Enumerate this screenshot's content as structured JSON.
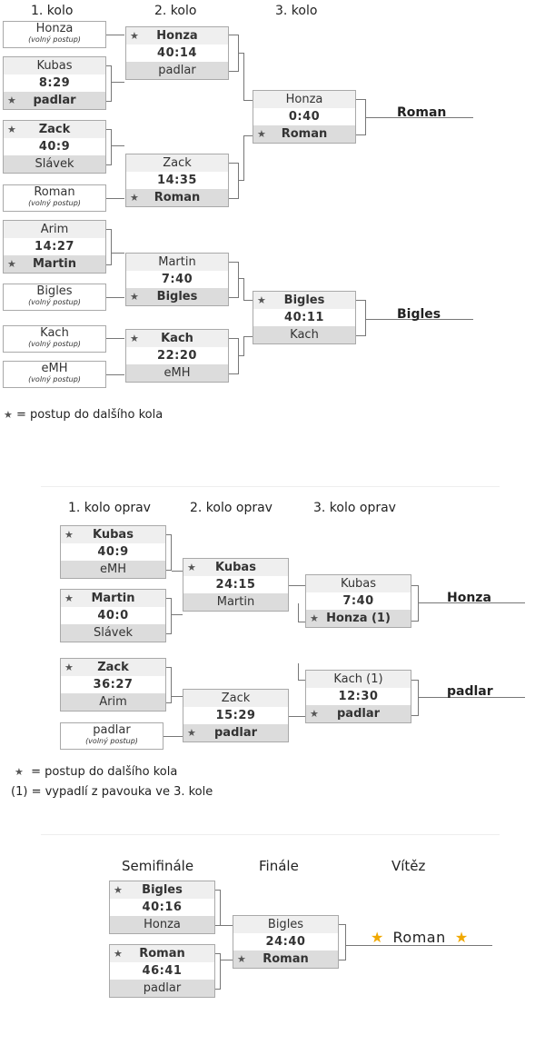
{
  "headers": {
    "r1": "1. kolo",
    "r2": "2. kolo",
    "r3": "3. kolo",
    "o1": "1. kolo oprav",
    "o2": "2. kolo oprav",
    "o3": "3. kolo oprav",
    "semi": "Semifinále",
    "final": "Finále",
    "winner": "Vítěz"
  },
  "free_pass": "(volný postup)",
  "legend": {
    "star": "= postup do dalšího kola",
    "one_marker": "(1)",
    "one": "= vypadlí z pavouka ve 3. kole"
  },
  "main": {
    "b_honza_free": "Honza",
    "m1": {
      "top": "Kubas",
      "score": "8:29",
      "bottom": "padlar"
    },
    "m2": {
      "top": "Zack",
      "score": "40:9",
      "bottom": "Slávek"
    },
    "b_roman_free": "Roman",
    "m3": {
      "top": "Arim",
      "score": "14:27",
      "bottom": "Martin"
    },
    "b_bigles_free": "Bigles",
    "b_kach_free": "Kach",
    "b_emh_free": "eMH",
    "m4": {
      "top": "Honza",
      "score": "40:14",
      "bottom": "padlar"
    },
    "m5": {
      "top": "Zack",
      "score": "14:35",
      "bottom": "Roman"
    },
    "m6": {
      "top": "Martin",
      "score": "7:40",
      "bottom": "Bigles"
    },
    "m7": {
      "top": "Kach",
      "score": "22:20",
      "bottom": "eMH"
    },
    "m8": {
      "top": "Honza",
      "score": "0:40",
      "bottom": "Roman"
    },
    "m9": {
      "top": "Bigles",
      "score": "40:11",
      "bottom": "Kach"
    },
    "w1": "Roman",
    "w2": "Bigles"
  },
  "repechage": {
    "o1": {
      "top": "Kubas",
      "score": "40:9",
      "bottom": "eMH"
    },
    "o2": {
      "top": "Martin",
      "score": "40:0",
      "bottom": "Slávek"
    },
    "o3": {
      "top": "Zack",
      "score": "36:27",
      "bottom": "Arim"
    },
    "b_padlar_free": "padlar",
    "o4": {
      "top": "Kubas",
      "score": "24:15",
      "bottom": "Martin"
    },
    "o5": {
      "top": "Zack",
      "score": "15:29",
      "bottom": "padlar"
    },
    "o6": {
      "top": "Kubas",
      "score": "7:40",
      "bottom": "Honza (1)"
    },
    "o7": {
      "top": "Kach (1)",
      "score": "12:30",
      "bottom": "padlar"
    },
    "w1": "Honza",
    "w2": "padlar"
  },
  "finals": {
    "s1": {
      "top": "Bigles",
      "score": "40:16",
      "bottom": "Honza"
    },
    "s2": {
      "top": "Roman",
      "score": "46:41",
      "bottom": "padlar"
    },
    "f": {
      "top": "Bigles",
      "score": "24:40",
      "bottom": "Roman"
    },
    "champion": "Roman"
  }
}
